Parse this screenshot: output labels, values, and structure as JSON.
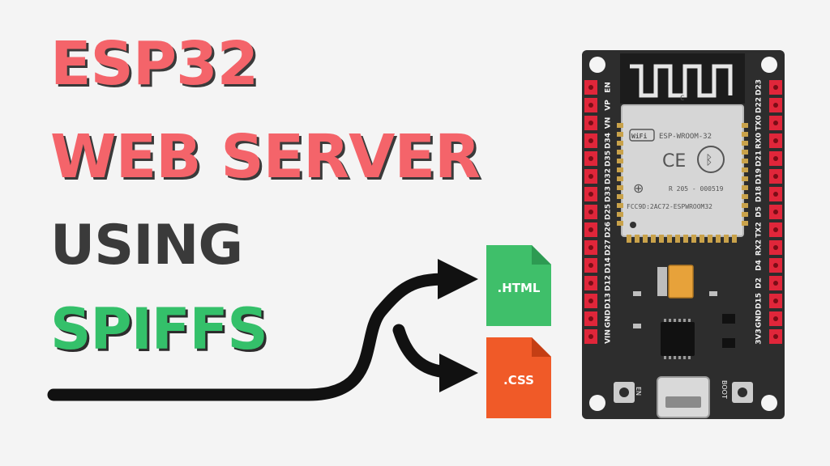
{
  "headline": {
    "line1": "ESP32",
    "line2": "WEB SERVER",
    "line3": "USING",
    "line4": "SPIFFS"
  },
  "files": {
    "html": {
      "label": ".HTML",
      "color": "#3fbf6a"
    },
    "css": {
      "label": ".CSS",
      "color": "#f05a28"
    }
  },
  "board": {
    "module_name": "ESP-WROOM-32",
    "wifi_logo": "WiFi",
    "ce_mark": "CE",
    "r_code": "R  205 - 000519",
    "fcc_id": "FCC9D:2AC72-ESPWROOM32",
    "left_pins": [
      "EN",
      "VP",
      "VN",
      "D34",
      "D35",
      "D32",
      "D33",
      "D25",
      "D26",
      "D27",
      "D14",
      "D12",
      "D13",
      "GND",
      "VIN"
    ],
    "right_pins": [
      "D23",
      "D22",
      "TX0",
      "RX0",
      "D21",
      "D19",
      "D18",
      "D5",
      "TX2",
      "RX2",
      "D4",
      "D2",
      "D15",
      "GND",
      "3V3"
    ],
    "en_button_label": "EN",
    "boot_button_label": "BOOT",
    "antenna_mark": "C"
  },
  "colors": {
    "title_red": "#f4646a",
    "dark_text": "#3a3a3a",
    "spiffs_green": "#34c06a",
    "board": "#2d2d2d",
    "pin_header": "#e0263a",
    "background": "#f4f4f4"
  }
}
